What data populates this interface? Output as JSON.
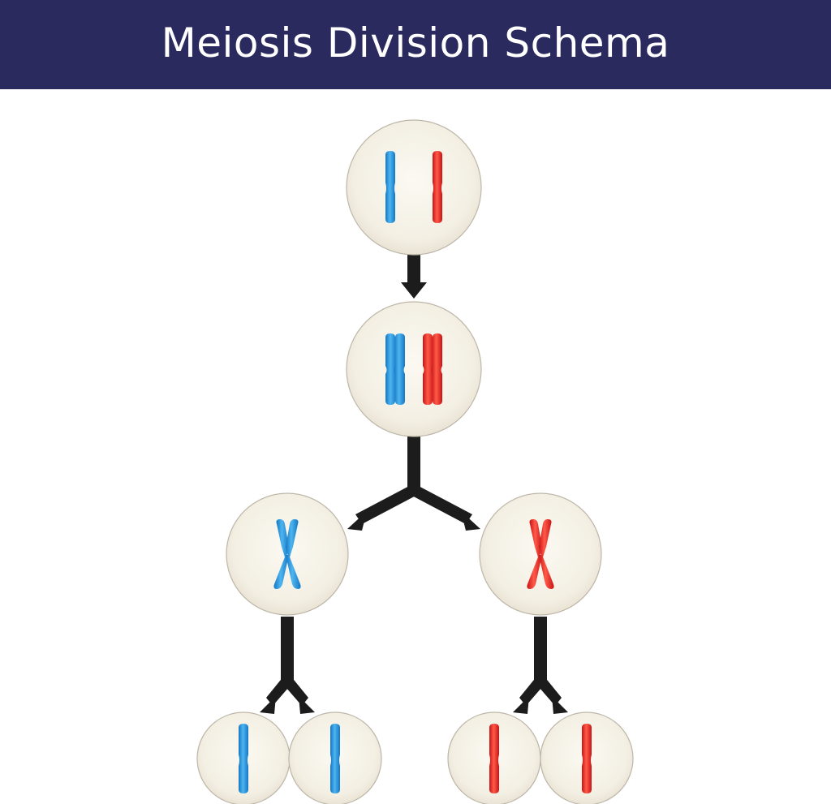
{
  "header": {
    "title": "Meiosis Division Schema"
  },
  "colors": {
    "header_background": "#2a2a5e",
    "header_text": "#ffffff",
    "cell_fill": "#f5f2e8",
    "cell_edge": "#bdb6a8",
    "chromosome_maternal": "#1e8fd8",
    "chromosome_paternal": "#e02828",
    "arrow": "#1c1c1c"
  },
  "diagram": {
    "stages": [
      {
        "name": "parent-cell",
        "chromosomes": [
          "blue-single",
          "red-single"
        ]
      },
      {
        "name": "replicated-cell",
        "chromosomes": [
          "blue-double",
          "red-double"
        ]
      },
      {
        "name": "meiosis-one-daughters",
        "cells": [
          {
            "chromosomes": [
              "blue-x"
            ]
          },
          {
            "chromosomes": [
              "red-x"
            ]
          }
        ]
      },
      {
        "name": "gametes",
        "cells": [
          {
            "chromosomes": [
              "blue-single"
            ]
          },
          {
            "chromosomes": [
              "blue-single"
            ]
          },
          {
            "chromosomes": [
              "red-single"
            ]
          },
          {
            "chromosomes": [
              "red-single"
            ]
          }
        ]
      }
    ]
  }
}
